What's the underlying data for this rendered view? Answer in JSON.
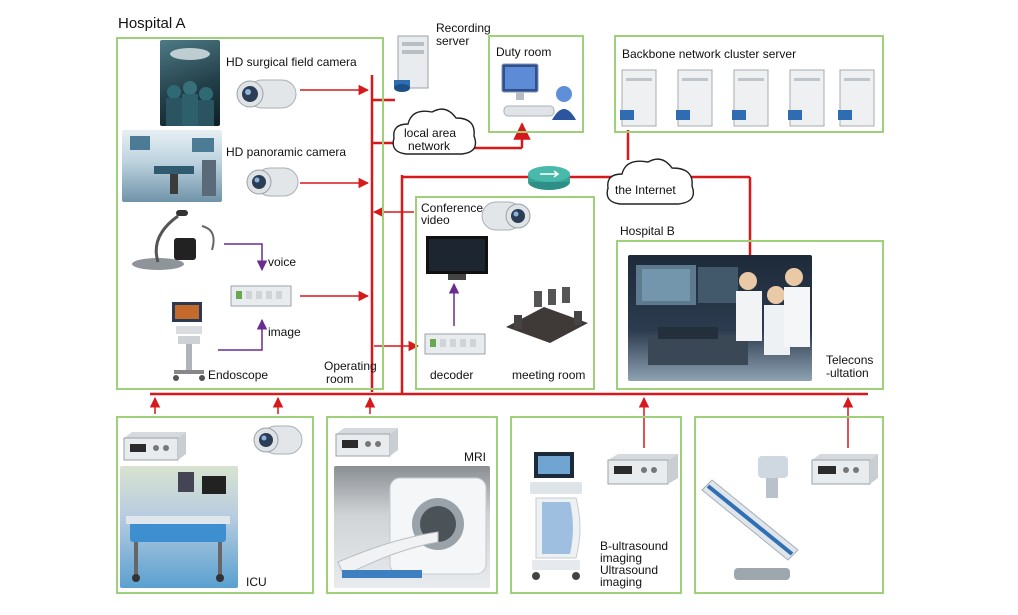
{
  "title": "Hospital A",
  "labels": {
    "hd_surgical_camera": "HD surgical field camera",
    "hd_panoramic_camera": "HD panoramic camera",
    "voice": "voice",
    "image": "image",
    "endoscope": "Endoscope",
    "operating_room_1": "Operating",
    "operating_room_2": "room",
    "recording_server_1": "Recording",
    "recording_server_2": "server",
    "duty_room": "Duty room",
    "backbone": "Backbone network cluster server",
    "lan_1": "local area",
    "lan_2": "network",
    "internet": "the Internet",
    "conference_video_1": "Conference",
    "conference_video_2": "video",
    "decoder": "decoder",
    "meeting_room": "meeting room",
    "hospital_b": "Hospital B",
    "teleconsultation_1": "Telecons",
    "teleconsultation_2": "-ultation",
    "mri": "MRI",
    "icu": "ICU",
    "bultrasound_1": "B-ultrasound",
    "bultrasound_2": "imaging",
    "bultrasound_3": "Ultrasound",
    "bultrasound_4": "imaging"
  },
  "colors": {
    "frame": "#9fd07a",
    "link": "#d7191c",
    "signal": "#6a2c91",
    "device": "#c9ced3"
  }
}
